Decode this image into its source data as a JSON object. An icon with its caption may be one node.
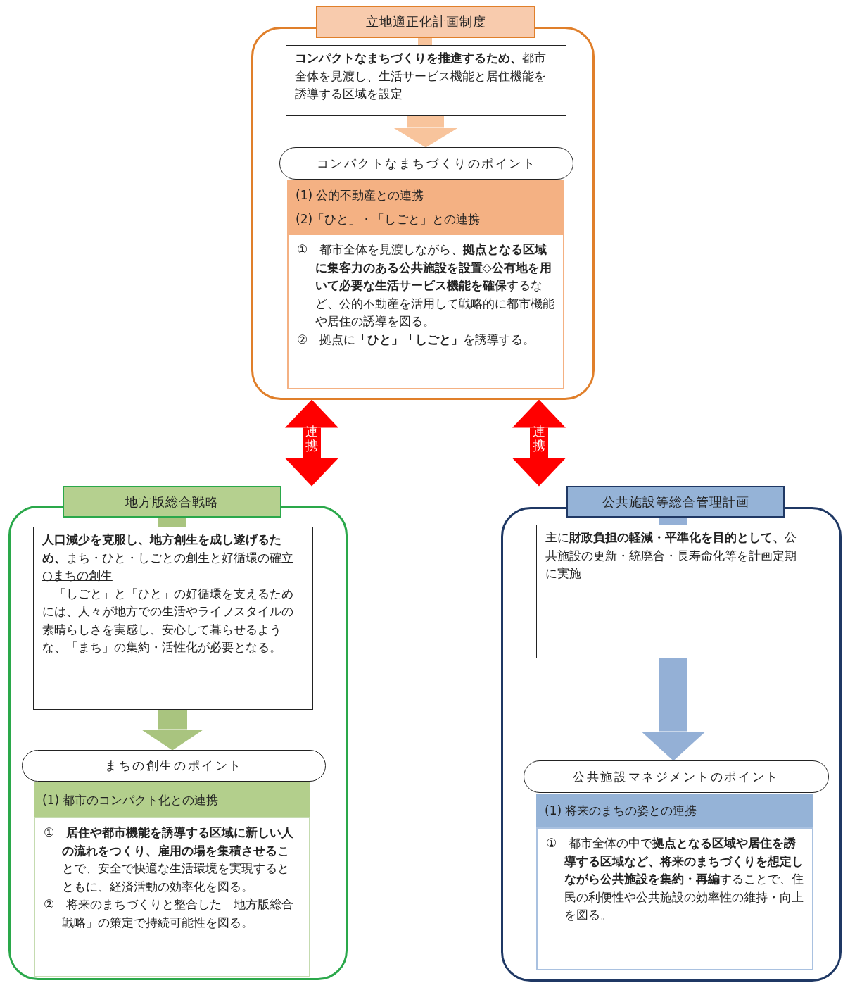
{
  "diagram": {
    "nodes": [
      {
        "text": [
          "立地適正化計画制度"
        ]
      },
      {
        "text": [
          "**コンパクトなまちづくりを推進するため、**都市全体を見渡し、生活サービス機能と居住機能を誘導する区域を設定"
        ],
        "in": 0
      },
      {
        "text": [
          "コンパクトなまちづくりのポイント"
        ],
        "in": 0
      },
      {
        "text": [
          "(1) 公的不動産との連携",
          "(2)「ひと」・「しごと」との連携"
        ],
        "in": 0
      },
      {
        "text": [
          "①　都市全体を見渡しながら、**拠点となる区域に集客力のある公共施設を設置◇公有地を用いて必要な生活サービス機能を確保**するなど、公的不動産を活用して戦略的に都市機能や居住の誘導を図る。",
          "②　拠点に**「ひと」「しごと」**を誘導する。"
        ],
        "in": 0
      },
      {
        "text": [
          "地方版総合戦略"
        ]
      },
      {
        "text": [
          "**人口減少を克服し、地方創生を成し遂げるため、**まち・ひと・しごとの創生と好循環の確立",
          "○まちの創生",
          "「しごと」と「ひと」の好循環を支えるためには、人々が地方での生活やライフスタイルの素晴らしさを実感し、安心して暮らせるような、「まち」の集約・活性化が必要となる。"
        ],
        "in": 5
      },
      {
        "text": [
          "まちの創生のポイント"
        ],
        "in": 5
      },
      {
        "text": [
          "(1) 都市のコンパクト化との連携"
        ],
        "in": 5
      },
      {
        "text": [
          "①　**居住や都市機能を誘導する区域に新しい人の流れをつくり、雇用の場を集積させる**ことで、安全で快適な生活環境を実現するとともに、経済活動の効率化を図る。",
          "②　将来のまちづくりと整合した「地方版総合戦略」の策定で持続可能性を図る。"
        ],
        "in": 5
      },
      {
        "text": [
          "公共施設等総合管理計画"
        ]
      },
      {
        "text": [
          "主に**財政負担の軽減・平準化を目的として、**公共施設の更新・統廃合・長寿命化等を計画定期に実施"
        ],
        "in": 10
      },
      {
        "text": [
          "公共施設マネジメントのポイント"
        ],
        "in": 10
      },
      {
        "text": [
          "(1) 将来のまちの姿との連携"
        ],
        "in": 10
      },
      {
        "text": [
          "①　都市全体の中で**拠点となる区域や居住を誘導する区域など、将来のまちづくりを想定しながら公共施設を集約・再編**することで、住民の利便性や公共施設の効率性の維持・向上を図る。"
        ],
        "in": 10
      }
    ],
    "edges": [
      {
        "from": 1,
        "to": 2,
        "arrow": "to",
        "color": "#f8c49c"
      },
      {
        "from": 0,
        "to": 5,
        "arrow": "both",
        "label": "連携",
        "color": "#ff0000"
      },
      {
        "from": 0,
        "to": 10,
        "arrow": "both",
        "label": "連携",
        "color": "#ff0000"
      },
      {
        "from": 6,
        "to": 7,
        "arrow": "to",
        "color": "#a9c47f"
      },
      {
        "from": 11,
        "to": 12,
        "arrow": "to",
        "color": "#94b0d6"
      }
    ]
  }
}
